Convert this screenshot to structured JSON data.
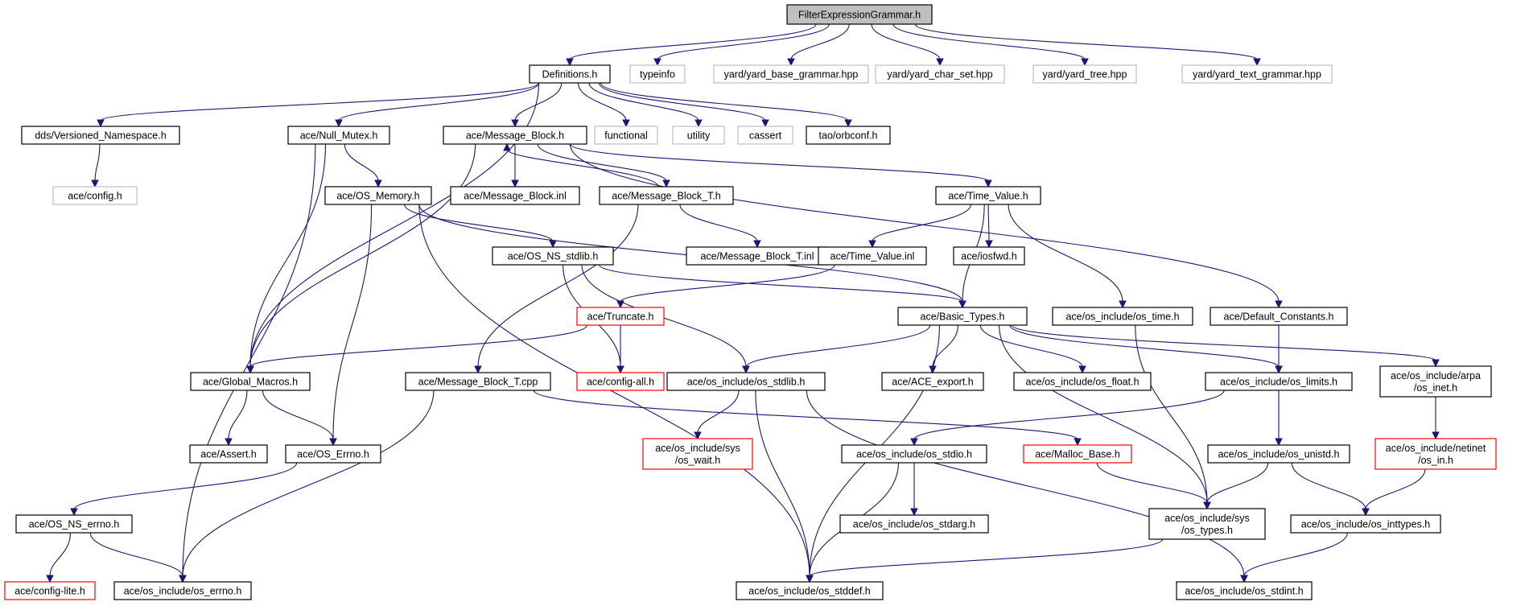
{
  "colors": {
    "edge": "#191970",
    "node_border": "#000000",
    "external_border": "#bfbfbf",
    "truncated_border": "#ff0000",
    "root_fill": "#bfbfbf"
  },
  "nodes": [
    {
      "id": "root",
      "label": [
        "FilterExpressionGrammar.h"
      ],
      "style": "root"
    },
    {
      "id": "defs",
      "label": [
        "Definitions.h"
      ],
      "style": "black"
    },
    {
      "id": "typeinfo",
      "label": [
        "typeinfo"
      ],
      "style": "gray"
    },
    {
      "id": "yard_base",
      "label": [
        "yard/yard_base_grammar.hpp"
      ],
      "style": "gray"
    },
    {
      "id": "yard_char",
      "label": [
        "yard/yard_char_set.hpp"
      ],
      "style": "gray"
    },
    {
      "id": "yard_tree",
      "label": [
        "yard/yard_tree.hpp"
      ],
      "style": "gray"
    },
    {
      "id": "yard_text",
      "label": [
        "yard/yard_text_grammar.hpp"
      ],
      "style": "gray"
    },
    {
      "id": "dds_vns",
      "label": [
        "dds/Versioned_Namespace.h"
      ],
      "style": "black"
    },
    {
      "id": "null_mutex",
      "label": [
        "ace/Null_Mutex.h"
      ],
      "style": "black"
    },
    {
      "id": "msg_block",
      "label": [
        "ace/Message_Block.h"
      ],
      "style": "black"
    },
    {
      "id": "functional",
      "label": [
        "functional"
      ],
      "style": "gray"
    },
    {
      "id": "utility",
      "label": [
        "utility"
      ],
      "style": "gray"
    },
    {
      "id": "cassert",
      "label": [
        "cassert"
      ],
      "style": "gray"
    },
    {
      "id": "orbconf",
      "label": [
        "tao/orbconf.h"
      ],
      "style": "black"
    },
    {
      "id": "ace_config",
      "label": [
        "ace/config.h"
      ],
      "style": "gray"
    },
    {
      "id": "os_memory",
      "label": [
        "ace/OS_Memory.h"
      ],
      "style": "black"
    },
    {
      "id": "msg_block_inl",
      "label": [
        "ace/Message_Block.inl"
      ],
      "style": "black"
    },
    {
      "id": "msg_block_t",
      "label": [
        "ace/Message_Block_T.h"
      ],
      "style": "black"
    },
    {
      "id": "time_value",
      "label": [
        "ace/Time_Value.h"
      ],
      "style": "black"
    },
    {
      "id": "os_ns_stdlib",
      "label": [
        "ace/OS_NS_stdlib.h"
      ],
      "style": "black"
    },
    {
      "id": "msg_block_t_inl",
      "label": [
        "ace/Message_Block_T.inl"
      ],
      "style": "black"
    },
    {
      "id": "time_value_inl",
      "label": [
        "ace/Time_Value.inl"
      ],
      "style": "black"
    },
    {
      "id": "iosfwd",
      "label": [
        "ace/iosfwd.h"
      ],
      "style": "black"
    },
    {
      "id": "truncate",
      "label": [
        "ace/Truncate.h"
      ],
      "style": "red"
    },
    {
      "id": "basic_types",
      "label": [
        "ace/Basic_Types.h"
      ],
      "style": "black"
    },
    {
      "id": "os_time",
      "label": [
        "ace/os_include/os_time.h"
      ],
      "style": "black"
    },
    {
      "id": "default_consts",
      "label": [
        "ace/Default_Constants.h"
      ],
      "style": "black"
    },
    {
      "id": "global_macros",
      "label": [
        "ace/Global_Macros.h"
      ],
      "style": "black"
    },
    {
      "id": "msg_block_t_cpp",
      "label": [
        "ace/Message_Block_T.cpp"
      ],
      "style": "black"
    },
    {
      "id": "config_all",
      "label": [
        "ace/config-all.h"
      ],
      "style": "red"
    },
    {
      "id": "os_stdlib",
      "label": [
        "ace/os_include/os_stdlib.h"
      ],
      "style": "black"
    },
    {
      "id": "ace_export",
      "label": [
        "ace/ACE_export.h"
      ],
      "style": "black"
    },
    {
      "id": "os_float",
      "label": [
        "ace/os_include/os_float.h"
      ],
      "style": "black"
    },
    {
      "id": "os_limits",
      "label": [
        "ace/os_include/os_limits.h"
      ],
      "style": "black"
    },
    {
      "id": "arpa_inet",
      "label": [
        "ace/os_include/arpa",
        "/os_inet.h"
      ],
      "style": "black"
    },
    {
      "id": "assert",
      "label": [
        "ace/Assert.h"
      ],
      "style": "black"
    },
    {
      "id": "os_errno_h",
      "label": [
        "ace/OS_Errno.h"
      ],
      "style": "black"
    },
    {
      "id": "sys_wait",
      "label": [
        "ace/os_include/sys",
        "/os_wait.h"
      ],
      "style": "red"
    },
    {
      "id": "os_stdio",
      "label": [
        "ace/os_include/os_stdio.h"
      ],
      "style": "black"
    },
    {
      "id": "malloc_base",
      "label": [
        "ace/Malloc_Base.h"
      ],
      "style": "red"
    },
    {
      "id": "os_unistd",
      "label": [
        "ace/os_include/os_unistd.h"
      ],
      "style": "black"
    },
    {
      "id": "netinet_in",
      "label": [
        "ace/os_include/netinet",
        "/os_in.h"
      ],
      "style": "red"
    },
    {
      "id": "os_ns_errno",
      "label": [
        "ace/OS_NS_errno.h"
      ],
      "style": "black"
    },
    {
      "id": "os_stdarg",
      "label": [
        "ace/os_include/os_stdarg.h"
      ],
      "style": "black"
    },
    {
      "id": "sys_types",
      "label": [
        "ace/os_include/sys",
        "/os_types.h"
      ],
      "style": "black"
    },
    {
      "id": "os_inttypes",
      "label": [
        "ace/os_include/os_inttypes.h"
      ],
      "style": "black"
    },
    {
      "id": "config_lite",
      "label": [
        "ace/config-lite.h"
      ],
      "style": "red"
    },
    {
      "id": "os_errno",
      "label": [
        "ace/os_include/os_errno.h"
      ],
      "style": "black"
    },
    {
      "id": "os_stddef",
      "label": [
        "ace/os_include/os_stddef.h"
      ],
      "style": "black"
    },
    {
      "id": "os_stdint",
      "label": [
        "ace/os_include/os_stdint.h"
      ],
      "style": "black"
    }
  ],
  "edges": [
    [
      "root",
      "defs"
    ],
    [
      "root",
      "typeinfo"
    ],
    [
      "root",
      "yard_base"
    ],
    [
      "root",
      "yard_char"
    ],
    [
      "root",
      "yard_tree"
    ],
    [
      "root",
      "yard_text"
    ],
    [
      "defs",
      "dds_vns"
    ],
    [
      "defs",
      "global_macros"
    ],
    [
      "defs",
      "null_mutex"
    ],
    [
      "defs",
      "msg_block"
    ],
    [
      "defs",
      "functional"
    ],
    [
      "defs",
      "utility"
    ],
    [
      "defs",
      "cassert"
    ],
    [
      "defs",
      "orbconf"
    ],
    [
      "dds_vns",
      "ace_config"
    ],
    [
      "null_mutex",
      "global_macros"
    ],
    [
      "null_mutex",
      "os_memory"
    ],
    [
      "null_mutex",
      "os_errno"
    ],
    [
      "msg_block",
      "global_macros"
    ],
    [
      "msg_block",
      "msg_block_inl"
    ],
    [
      "msg_block",
      "msg_block_t"
    ],
    [
      "msg_block",
      "time_value"
    ],
    [
      "msg_block",
      "default_consts"
    ],
    [
      "msg_block_t",
      "msg_block"
    ],
    [
      "msg_block_t",
      "msg_block_t_inl"
    ],
    [
      "msg_block_t",
      "msg_block_t_cpp"
    ],
    [
      "os_memory",
      "os_errno_h"
    ],
    [
      "os_memory",
      "os_ns_stdlib"
    ],
    [
      "os_memory",
      "basic_types"
    ],
    [
      "os_memory",
      "os_stddef"
    ],
    [
      "time_value",
      "time_value_inl"
    ],
    [
      "time_value",
      "iosfwd"
    ],
    [
      "time_value",
      "basic_types"
    ],
    [
      "time_value",
      "os_time"
    ],
    [
      "time_value_inl",
      "truncate"
    ],
    [
      "os_ns_stdlib",
      "basic_types"
    ],
    [
      "os_ns_stdlib",
      "config_all"
    ],
    [
      "os_ns_stdlib",
      "os_stdlib"
    ],
    [
      "truncate",
      "global_macros"
    ],
    [
      "truncate",
      "config_all"
    ],
    [
      "basic_types",
      "os_stdlib"
    ],
    [
      "basic_types",
      "ace_export"
    ],
    [
      "basic_types",
      "os_float"
    ],
    [
      "basic_types",
      "os_limits"
    ],
    [
      "basic_types",
      "arpa_inet"
    ],
    [
      "basic_types",
      "os_stddef"
    ],
    [
      "basic_types",
      "sys_types"
    ],
    [
      "os_time",
      "sys_types"
    ],
    [
      "default_consts",
      "os_limits"
    ],
    [
      "global_macros",
      "assert"
    ],
    [
      "global_macros",
      "os_errno_h"
    ],
    [
      "msg_block_t_cpp",
      "malloc_base"
    ],
    [
      "msg_block_t_cpp",
      "os_errno"
    ],
    [
      "os_stdlib",
      "sys_wait"
    ],
    [
      "os_stdlib",
      "os_stddef"
    ],
    [
      "os_stdlib",
      "os_stdint"
    ],
    [
      "os_limits",
      "os_stdio"
    ],
    [
      "os_limits",
      "os_unistd"
    ],
    [
      "arpa_inet",
      "netinet_in"
    ],
    [
      "os_errno_h",
      "os_ns_errno"
    ],
    [
      "os_stdio",
      "os_stdarg"
    ],
    [
      "os_stdio",
      "os_stddef"
    ],
    [
      "malloc_base",
      "sys_types"
    ],
    [
      "os_unistd",
      "sys_types"
    ],
    [
      "os_unistd",
      "os_inttypes"
    ],
    [
      "netinet_in",
      "os_inttypes"
    ],
    [
      "os_ns_errno",
      "config_lite"
    ],
    [
      "os_ns_errno",
      "os_errno"
    ],
    [
      "sys_types",
      "os_stddef"
    ],
    [
      "os_inttypes",
      "os_stdint"
    ]
  ]
}
